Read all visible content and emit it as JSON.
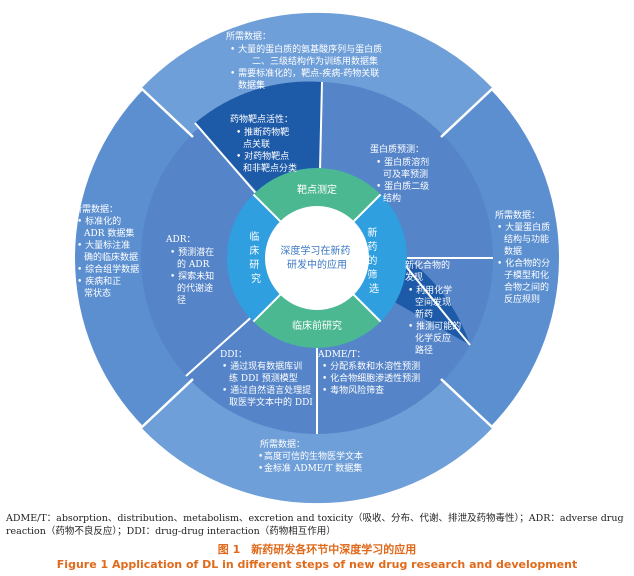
{
  "center": {
    "lines": [
      "深度学习在新药",
      "研发中的应用"
    ]
  },
  "inner_ring": [
    {
      "id": "target",
      "label": "靶点测定",
      "color": "#4cb891"
    },
    {
      "id": "screening",
      "label": "新药的筛选",
      "color": "#2f9fe0"
    },
    {
      "id": "preclinical",
      "label": "临床前研究",
      "color": "#4cb891"
    },
    {
      "id": "clinical",
      "label": "临床研究",
      "color": "#2f9fe0"
    }
  ],
  "middle_ring": {
    "target": {
      "title": "药物靶点活性：",
      "bullets": [
        "推断药物靶点关联",
        "对药物靶点和非靶点分类"
      ]
    },
    "protein": {
      "title": "蛋白质预测：",
      "bullets": [
        "蛋白质溶剂可及率预测",
        "蛋白质二级结构"
      ]
    },
    "compound": {
      "title": "新化合物的发现",
      "bullets": [
        "利用化学空间发现新药",
        "推测可能的化学反应路径"
      ]
    },
    "admet": {
      "title": "ADME/T：",
      "bullets": [
        "分配系数和水溶性预测",
        "化合物细胞渗透性预测",
        "毒物风险筛查"
      ]
    },
    "ddi": {
      "title": "DDI：",
      "bullets": [
        "通过现有数据库训练 DDI 预测模型",
        "通过自然语言处理提取医学文本中的 DDI"
      ]
    },
    "adr": {
      "title": "ADR：",
      "bullets": [
        "预测潜在的 ADR",
        "探索未知的代谢途径"
      ]
    }
  },
  "outer_ring": {
    "top": {
      "title": "所需数据：",
      "bullets": [
        "大量的蛋白质的氨基酸序列与蛋白质二、三级结构作为训练用数据集",
        "需要标准化的，靶点-疾病-药物关联数据集"
      ]
    },
    "right": {
      "title": "所需数据：",
      "bullets": [
        "大量蛋白质结构与功能数据",
        "化合物的分子模型和化合物之间的反应规则"
      ]
    },
    "bottom": {
      "title": "所需数据：",
      "bullets": [
        "高度可信的生物医学文本",
        "金标准 ADME/T 数据集"
      ]
    },
    "left": {
      "title": "所需数据：",
      "bullets": [
        "标准化的 ADR 数据集",
        "大量标注准确的临床数据",
        "综合组学数据",
        "疾病和正常状态"
      ]
    }
  },
  "colors": {
    "outer_ring": "#5b8fd0",
    "outer_band": "#6d9bd6",
    "middle_ring": "#5584c8",
    "middle_dark": "#1d5aa8",
    "dividers": "#ffffff",
    "caption": "#e06a1b"
  },
  "footnote": "ADME/T：absorption、distribution、metabolism、excretion and toxicity（吸收、分布、代谢、排泄及药物毒性）；ADR：adverse drug reaction（药物不良反应）；DDI：drug-drug interaction（药物相互作用）",
  "caption_zh": "图 1　新药研发各环节中深度学习的应用",
  "caption_en": "Figure 1  Application of DL in different steps of new drug research and development"
}
